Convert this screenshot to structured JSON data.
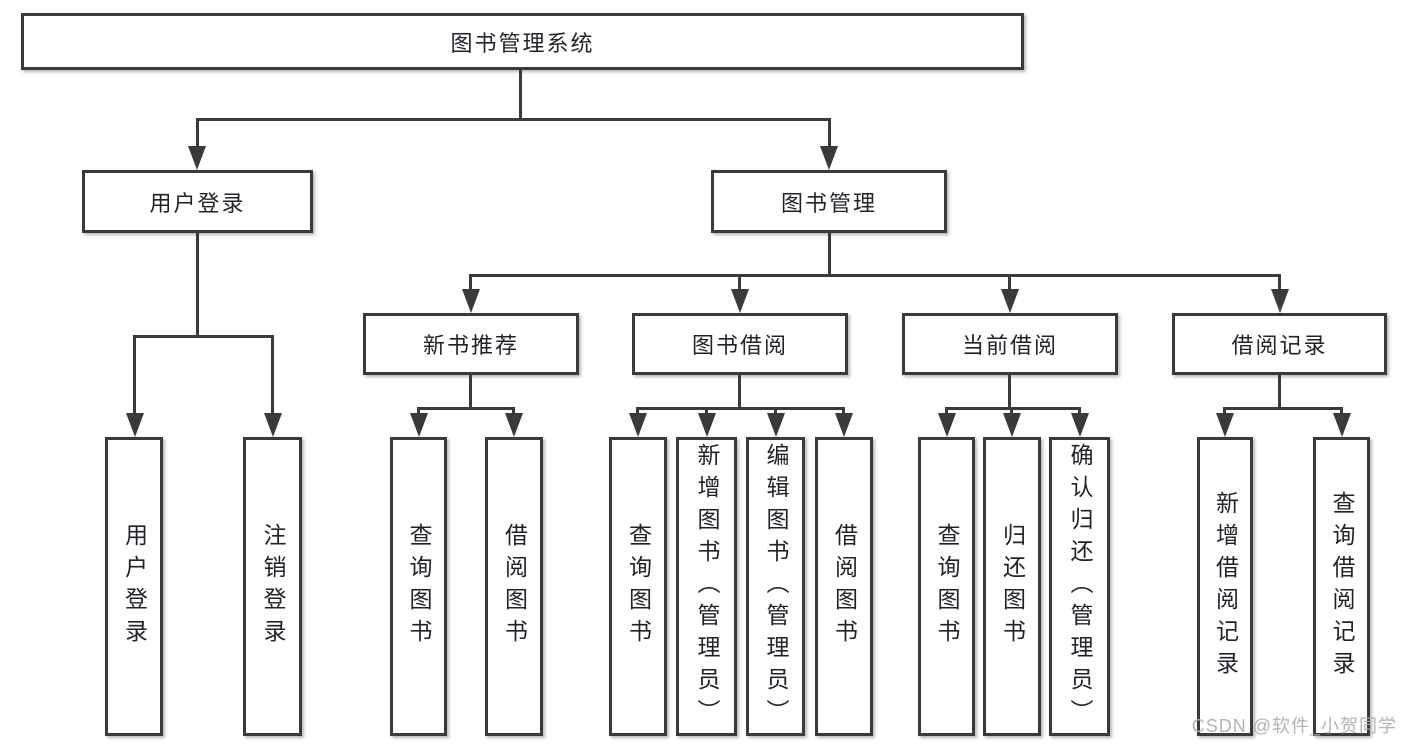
{
  "colors": {
    "line": "#3a3a3a",
    "border": "#3a3a3a",
    "text": "#1f2329",
    "background": "#ffffff",
    "watermark": "#afafaf"
  },
  "watermark": {
    "text": "CSDN @软件_小贺同学"
  },
  "tree": {
    "label": "图书管理系统",
    "children": [
      {
        "label": "用户登录",
        "children": [
          {
            "label": "用户登录"
          },
          {
            "label": "注销登录"
          }
        ]
      },
      {
        "label": "图书管理",
        "children": [
          {
            "label": "新书推荐",
            "children": [
              {
                "label": "查询图书"
              },
              {
                "label": "借阅图书"
              }
            ]
          },
          {
            "label": "图书借阅",
            "children": [
              {
                "label": "查询图书"
              },
              {
                "label": "新增图书（管理员）"
              },
              {
                "label": "编辑图书（管理员）"
              },
              {
                "label": "借阅图书"
              }
            ]
          },
          {
            "label": "当前借阅",
            "children": [
              {
                "label": "查询图书"
              },
              {
                "label": "归还图书"
              },
              {
                "label": "确认归还（管理员）"
              }
            ]
          },
          {
            "label": "借阅记录",
            "children": [
              {
                "label": "新增借阅记录"
              },
              {
                "label": "查询借阅记录"
              }
            ]
          }
        ]
      }
    ]
  }
}
